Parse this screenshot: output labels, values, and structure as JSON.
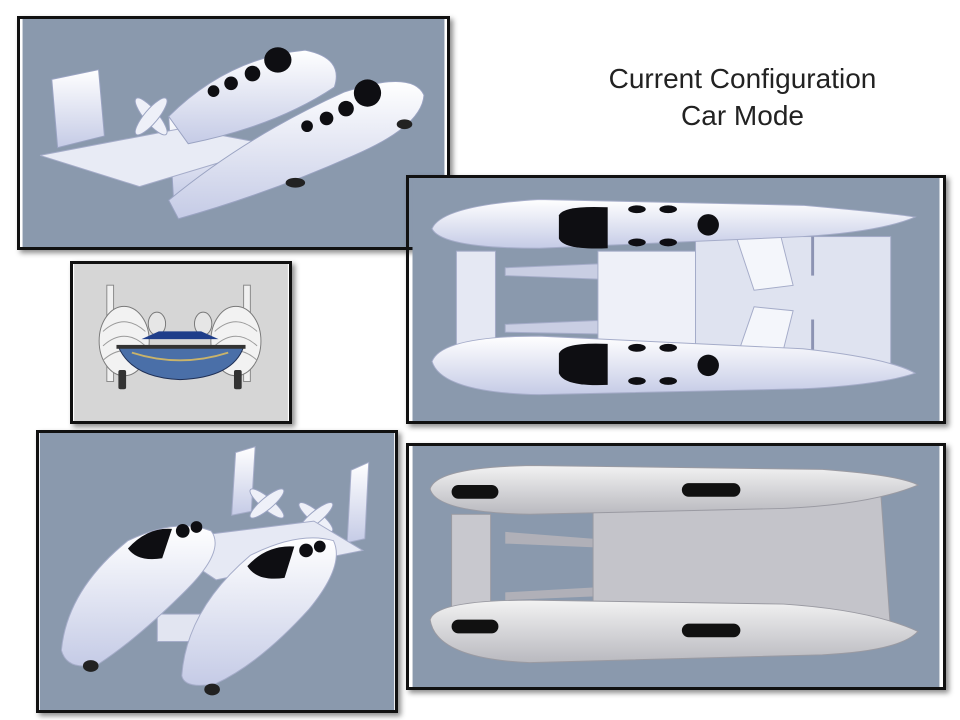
{
  "title": {
    "line1": "Current Configuration",
    "line2": "Car Mode"
  },
  "colors": {
    "panel_background": "#8a99ad",
    "panel_background_light": "#d6d6d6",
    "border": "#111111",
    "body": "#f4f6fb",
    "body_shade": "#c7cde6",
    "window": "#0e0e12"
  },
  "panels": [
    {
      "name": "perspective-rear-view"
    },
    {
      "name": "top-view"
    },
    {
      "name": "front-view"
    },
    {
      "name": "perspective-front-view"
    },
    {
      "name": "bottom-view"
    }
  ]
}
